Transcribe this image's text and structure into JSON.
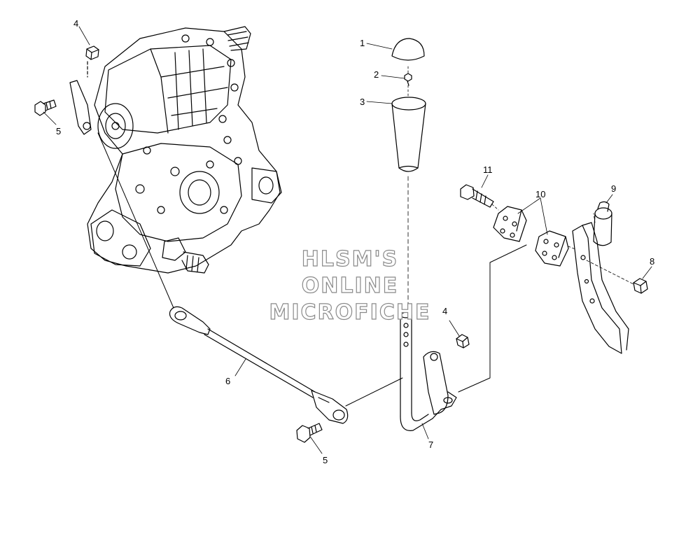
{
  "callouts": {
    "c1": "1",
    "c2": "2",
    "c3": "3",
    "c4a": "4",
    "c4b": "4",
    "c5a": "5",
    "c5b": "5",
    "c6": "6",
    "c7": "7",
    "c8": "8",
    "c9": "9",
    "c10": "10",
    "c11": "11"
  },
  "watermark": {
    "line1": "HLSM'S",
    "line2": "ONLINE",
    "line3": "MICROFICHE"
  }
}
